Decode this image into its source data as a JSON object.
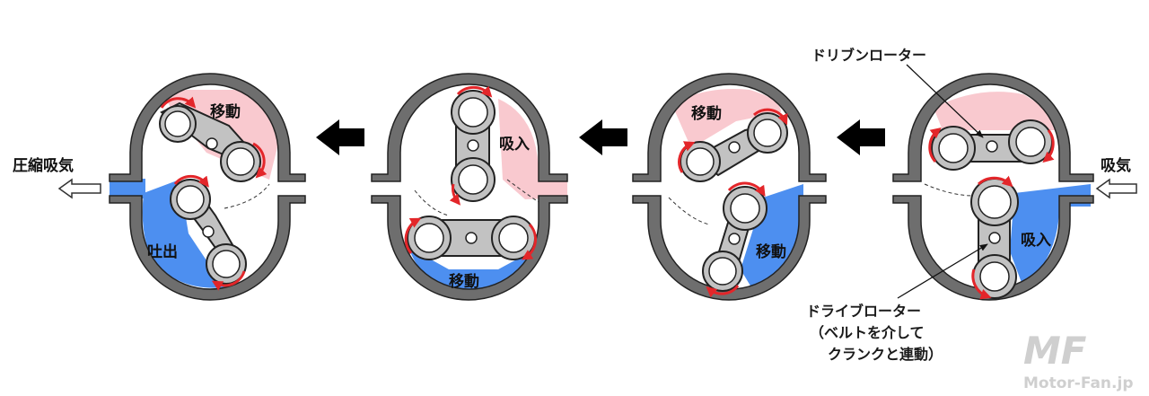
{
  "labels": {
    "stage1_move": "移動",
    "stage1_discharge": "吐出",
    "stage2_intake": "吸入",
    "stage2_move": "移動",
    "stage3_move_top": "移動",
    "stage3_move_right": "移動",
    "stage4_intake": "吸入",
    "compressed_air": "圧縮吸気",
    "intake_air": "吸気",
    "driven_rotor": "ドリブンローター",
    "drive_rotor": "ドライブローター",
    "drive_rotor_note_1": "（ベルトを介して",
    "drive_rotor_note_2": "クランクと連動）"
  },
  "watermark": {
    "logo": "MF",
    "site": "Motor-Fan.jp"
  },
  "colors": {
    "housing": "#6e6e6e",
    "intake_pink": "#f9c9cf",
    "discharge_blue": "#4d8ff0",
    "rotor": "#c2c2c2",
    "rotation_arrow": "#e3262a",
    "flow_arrow": "#000000"
  }
}
